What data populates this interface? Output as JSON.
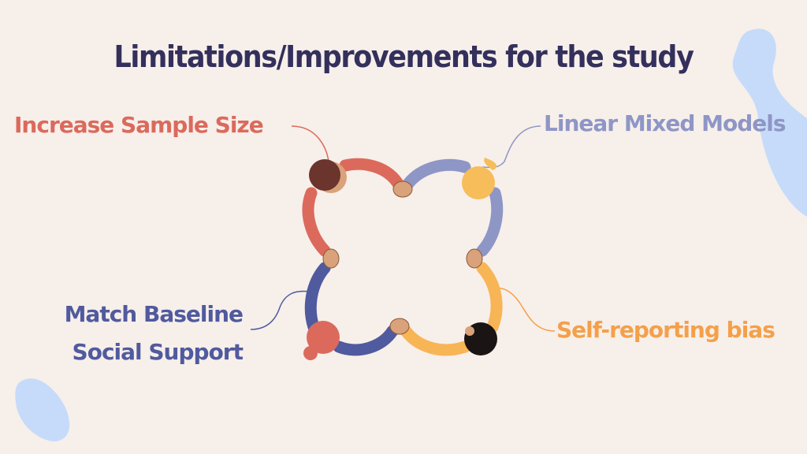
{
  "title": "Limitations/Improvements for the study",
  "items": [
    {
      "text": "Increase Sample Size",
      "color": "#db6a5c"
    },
    {
      "text": "Linear Mixed Models",
      "color": "#8e96c6"
    },
    {
      "text": [
        "Match Baseline",
        "Social Support"
      ],
      "color": "#505a9e"
    },
    {
      "text": "Self-reporting bias",
      "color": "#f4a04a"
    }
  ],
  "colors": {
    "background": "#f7efea",
    "title": "#33305c",
    "arm_red": "#db6a5c",
    "arm_lavender": "#8e96c6",
    "arm_navy": "#505a9e",
    "arm_orange": "#f8b556",
    "blob": "#c6dbfa"
  },
  "icons": [
    "people-holding-hands-circle",
    "decorative-blob"
  ]
}
